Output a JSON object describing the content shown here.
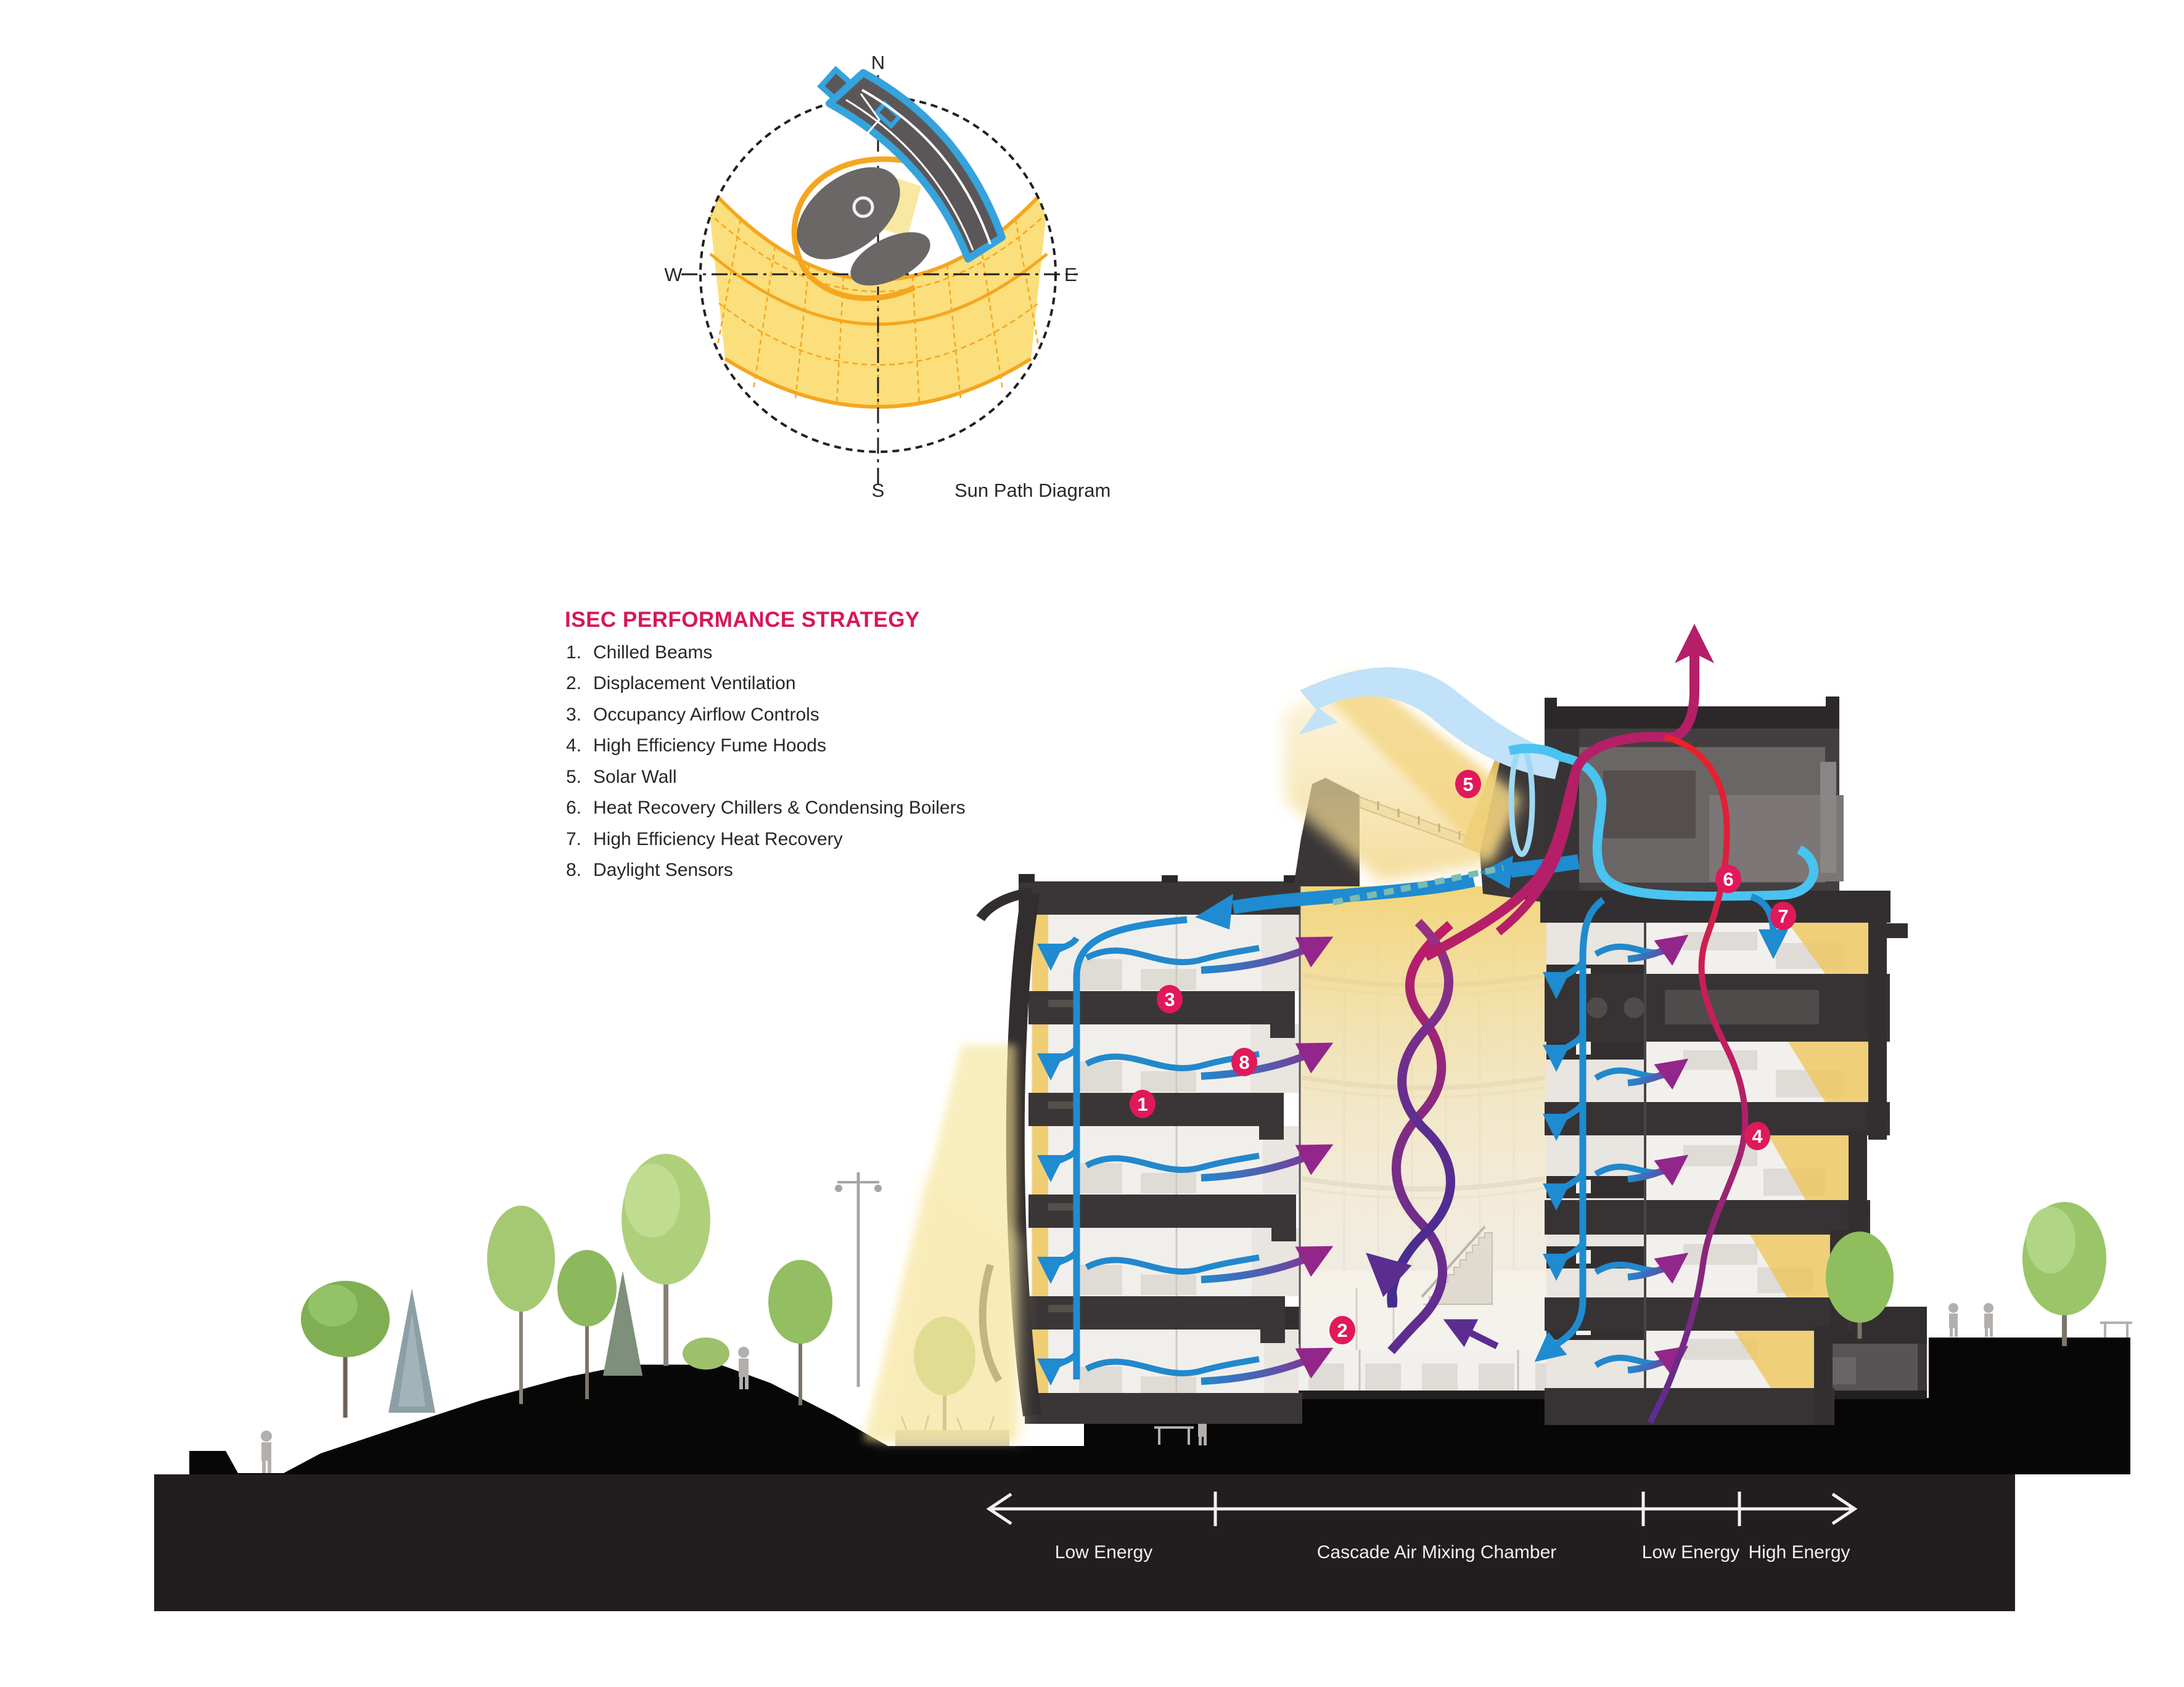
{
  "sun_diagram": {
    "compass_n": "N",
    "compass_s": "S",
    "compass_e": "E",
    "compass_w": "W",
    "caption": "Sun Path Diagram"
  },
  "legend": {
    "title": "ISEC PERFORMANCE STRATEGY",
    "items": [
      {
        "num": "1.",
        "label": "Chilled Beams"
      },
      {
        "num": "2.",
        "label": "Displacement Ventilation"
      },
      {
        "num": "3.",
        "label": "Occupancy Airflow Controls"
      },
      {
        "num": "4.",
        "label": "High Efficiency Fume Hoods"
      },
      {
        "num": "5.",
        "label": "Solar Wall"
      },
      {
        "num": "6.",
        "label": "Heat Recovery Chillers & Condensing Boilers"
      },
      {
        "num": "7.",
        "label": "High Efficiency Heat Recovery"
      },
      {
        "num": "8.",
        "label": "Daylight Sensors"
      }
    ]
  },
  "markers": [
    {
      "label": "1"
    },
    {
      "label": "2"
    },
    {
      "label": "3"
    },
    {
      "label": "4"
    },
    {
      "label": "5"
    },
    {
      "label": "6"
    },
    {
      "label": "7"
    },
    {
      "label": "8"
    }
  ],
  "scale_bar": {
    "labels": [
      "Low Energy",
      "Cascade Air Mixing Chamber",
      "Low Energy",
      "High Energy"
    ]
  },
  "colors": {
    "accent_pink": "#d6175c",
    "marker_badge": "#e0195b",
    "supply_blue": "#1f8bd0",
    "cyan": "#49c3f0",
    "wind_swoosh": "#c1e2f8",
    "exhaust_magenta": "#b51f68",
    "relief_red": "#e8212b",
    "return_purple": "#5b2d91",
    "teal_dash": "#7bbbb4",
    "sun_yellow": "#f4d57e",
    "sun_band": "#fbdf7c",
    "sun_path_orange": "#f5a61f",
    "building_dark": "#3a3637",
    "footer_band": "#221e1f"
  }
}
